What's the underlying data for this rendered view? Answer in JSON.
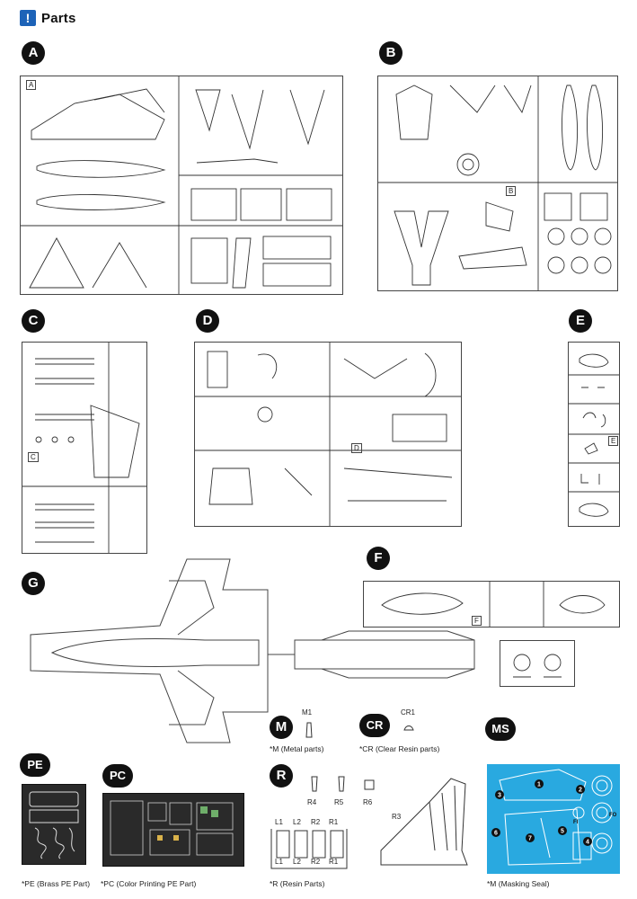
{
  "header": {
    "icon_label": "!",
    "title": "Parts"
  },
  "sections": {
    "A": {
      "badge": "A",
      "tag": "A"
    },
    "B": {
      "badge": "B",
      "tag": "B"
    },
    "C": {
      "badge": "C",
      "tag": "C"
    },
    "D": {
      "badge": "D",
      "tag": "D"
    },
    "E": {
      "badge": "E",
      "tag": "E"
    },
    "F": {
      "badge": "F",
      "tag": "F"
    },
    "G": {
      "badge": "G"
    },
    "M": {
      "badge": "M",
      "part": "M1",
      "caption": "*M (Metal parts)"
    },
    "CR": {
      "badge": "CR",
      "part": "CR1",
      "caption": "*CR (Clear Resin parts)"
    },
    "MS": {
      "badge": "MS",
      "caption": "*M (Masking Seal)",
      "mask_numbers": [
        "1",
        "2",
        "3",
        "4",
        "5",
        "6",
        "7"
      ],
      "mask_labels": [
        "FO",
        "FI"
      ]
    },
    "PE": {
      "badge": "PE",
      "caption": "*PE (Brass PE Part)"
    },
    "PC": {
      "badge": "PC",
      "caption": "*PC (Color Printing PE Part)"
    },
    "R": {
      "badge": "R",
      "caption": "*R (Resin Parts)",
      "parts_top": [
        "R4",
        "R5",
        "R6"
      ],
      "parts_block": [
        "L1",
        "L2",
        "R2",
        "R1"
      ],
      "part_fin": "R3"
    }
  },
  "colors": {
    "badge": "#111111",
    "header_icon": "#1d63b8",
    "mask": "#29a9e0",
    "pc_plate": "#2a2a2a",
    "pe_plate": "#2a2a2a"
  }
}
